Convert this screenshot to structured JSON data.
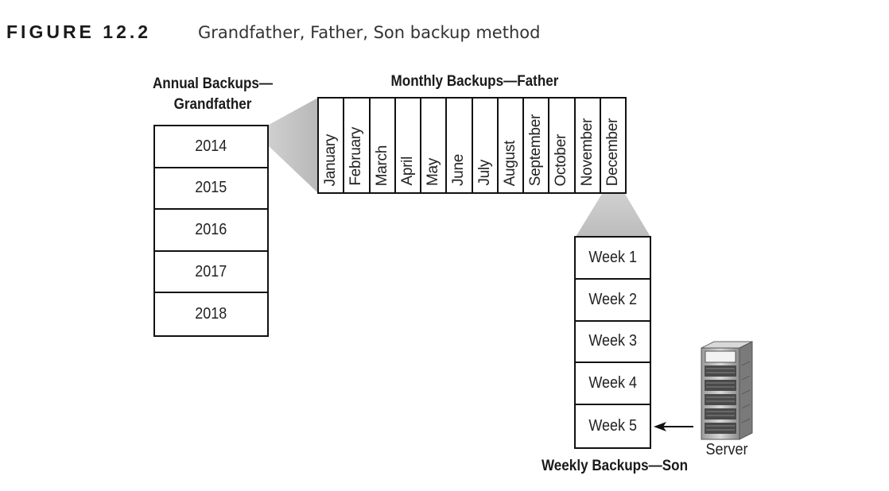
{
  "figure": {
    "label": "FIGURE 12.2",
    "caption": "Grandfather, Father, Son backup method"
  },
  "annual": {
    "heading_line1": "Annual Backups—",
    "heading_line2": "Grandfather",
    "years": [
      "2014",
      "2015",
      "2016",
      "2017",
      "2018"
    ]
  },
  "monthly": {
    "heading": "Monthly Backups—Father",
    "months": [
      "January",
      "February",
      "March",
      "April",
      "May",
      "June",
      "July",
      "August",
      "September",
      "October",
      "November",
      "December"
    ]
  },
  "weekly": {
    "heading": "Weekly Backups—Son",
    "weeks": [
      "Week 1",
      "Week 2",
      "Week 3",
      "Week 4",
      "Week 5"
    ]
  },
  "server": {
    "label": "Server",
    "icon": "server-rack-icon"
  }
}
